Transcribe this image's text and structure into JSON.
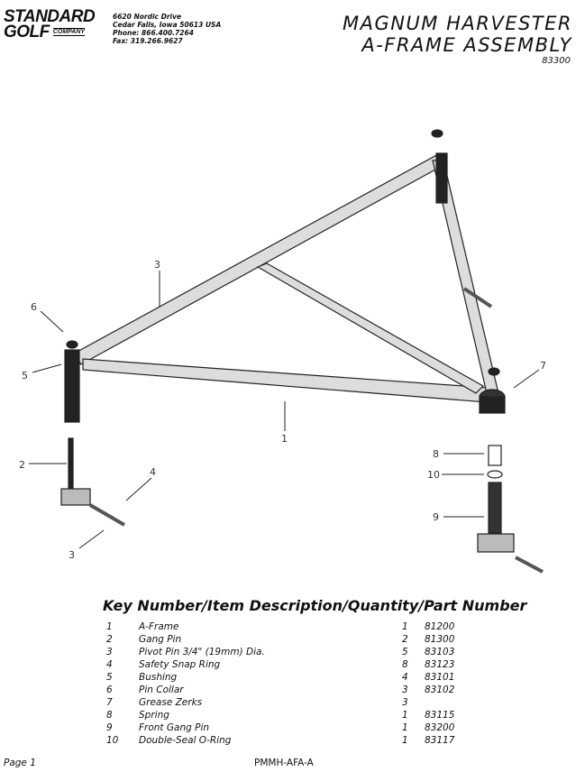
{
  "header": {
    "logo_line1": "STANDARD",
    "logo_line2": "GOLF",
    "logo_company": "COMPANY",
    "address": [
      "6620 Nordic Drive",
      "Cedar Falls, Iowa  50613  USA",
      "Phone: 866.400.7264",
      "Fax: 319.266.9627"
    ],
    "title_line1": "MAGNUM HARVESTER",
    "title_line2": "A-FRAME ASSEMBLY",
    "part_number": "83300"
  },
  "diagram": {
    "callouts": [
      "3",
      "6",
      "5",
      "1",
      "7",
      "2",
      "4",
      "3",
      "8",
      "10",
      "9"
    ]
  },
  "key": {
    "heading": "Key Number/Item Description/Quantity/Part Number",
    "rows": [
      {
        "key": "1",
        "desc": "A-Frame",
        "qty": "1",
        "part": "81200"
      },
      {
        "key": "2",
        "desc": "Gang Pin",
        "qty": "2",
        "part": "81300"
      },
      {
        "key": "3",
        "desc": "Pivot Pin 3/4\" (19mm) Dia.",
        "qty": "5",
        "part": "83103"
      },
      {
        "key": "4",
        "desc": "Safety Snap Ring",
        "qty": "8",
        "part": "83123"
      },
      {
        "key": "5",
        "desc": "Bushing",
        "qty": "4",
        "part": "83101"
      },
      {
        "key": "6",
        "desc": "Pin Collar",
        "qty": "3",
        "part": "83102"
      },
      {
        "key": "7",
        "desc": "Grease Zerks",
        "qty": "3",
        "part": ""
      },
      {
        "key": "8",
        "desc": "Spring",
        "qty": "1",
        "part": "83115"
      },
      {
        "key": "9",
        "desc": "Front Gang Pin",
        "qty": "1",
        "part": "83200"
      },
      {
        "key": "10",
        "desc": "Double-Seal O-Ring",
        "qty": "1",
        "part": "83117"
      }
    ]
  },
  "footer": {
    "page": "Page 1",
    "doc_code": "PMMH-AFA-A"
  }
}
